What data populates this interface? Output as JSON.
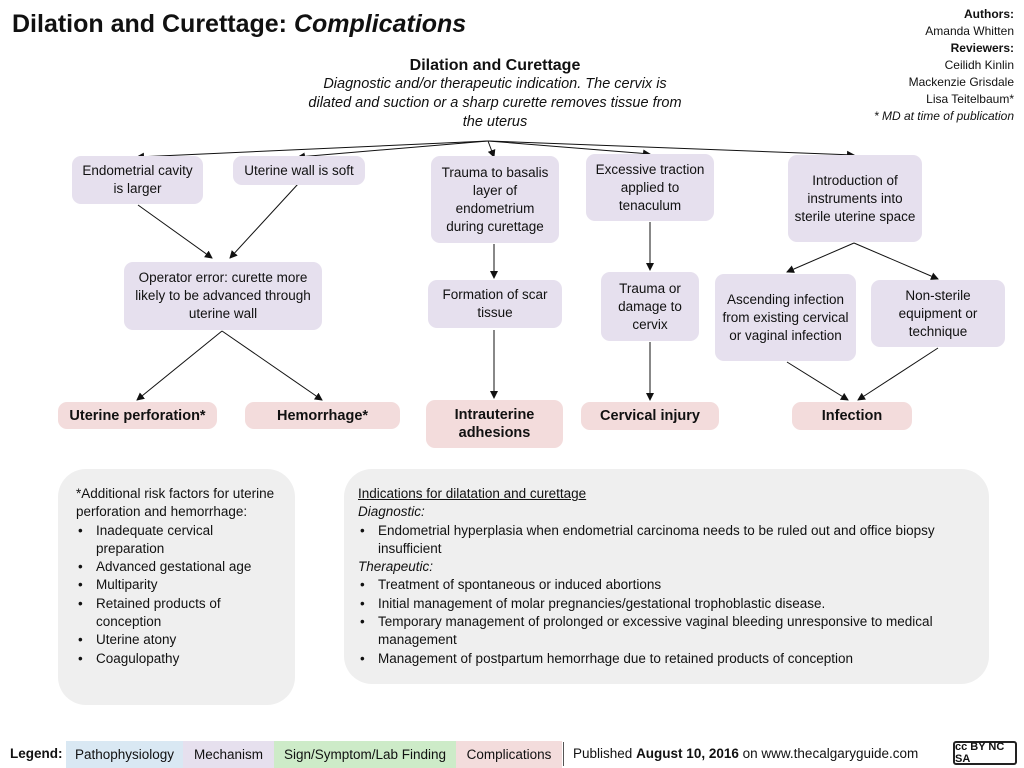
{
  "title": {
    "main": "Dilation and Curettage:",
    "sub": "Complications"
  },
  "authors": {
    "authors_label": "Authors",
    "author": "Amanda Whitten",
    "reviewers_label": "Reviewers",
    "reviewers": [
      "Ceilidh Kinlin",
      "Mackenzie Grisdale",
      "Lisa Teitelbaum*"
    ],
    "note": "* MD at time of publication"
  },
  "main_node": {
    "title": "Dilation and Curettage",
    "desc": "Diagnostic and/or therapeutic indication. The cervix is dilated and suction or a sharp curette removes tissue from the uterus"
  },
  "nodes": {
    "endometrial_cavity": "Endometrial cavity is larger",
    "uterine_wall_soft": "Uterine wall is soft",
    "operator_error": "Operator error: curette more likely to be advanced through uterine wall",
    "trauma_basalis": "Trauma to basalis layer of endometrium during curettage",
    "scar_tissue": "Formation of scar tissue",
    "excessive_traction": "Excessive traction applied to tenaculum",
    "trauma_cervix": "Trauma or damage to cervix",
    "introduction_instruments": "Introduction of instruments into sterile uterine space",
    "ascending_infection": "Ascending infection from existing cervical or vaginal infection",
    "non_sterile": "Non-sterile equipment or technique",
    "uterine_perforation": "Uterine perforation*",
    "hemorrhage": "Hemorrhage*",
    "intrauterine_adhesions": "Intrauterine adhesions",
    "cervical_injury": "Cervical injury",
    "infection": "Infection"
  },
  "risk_factors": {
    "heading": "*Additional risk factors for uterine perforation and hemorrhage:",
    "items": [
      "Inadequate cervical preparation",
      "Advanced gestational age",
      "Multiparity",
      "Retained products of conception",
      "Uterine atony",
      "Coagulopathy"
    ]
  },
  "indications": {
    "heading": "Indications for dilatation and curettage",
    "diagnostic_label": "Diagnostic:",
    "diagnostic": [
      "Endometrial hyperplasia when endometrial carcinoma needs to be ruled out and office biopsy insufficient"
    ],
    "therapeutic_label": "Therapeutic:",
    "therapeutic": [
      "Treatment of spontaneous or induced abortions",
      "Initial management of molar pregnancies/gestational  trophoblastic disease.",
      "Temporary management of prolonged or excessive vaginal bleeding unresponsive to medical management",
      "Management of postpartum hemorrhage due to retained products of conception"
    ]
  },
  "legend": {
    "label": "Legend:",
    "items": [
      "Pathophysiology",
      "Mechanism",
      "Sign/Symptom/Lab Finding",
      "Complications"
    ],
    "colors": [
      "#d9e8f3",
      "#e6e0ee",
      "#cdebc8",
      "#f3dcdc"
    ]
  },
  "footer": {
    "published_prefix": "Published",
    "date": "August 10, 2016",
    "site_prefix": "on",
    "site": "www.thecalgaryguide.com"
  },
  "license_badge": "cc BY NC SA"
}
